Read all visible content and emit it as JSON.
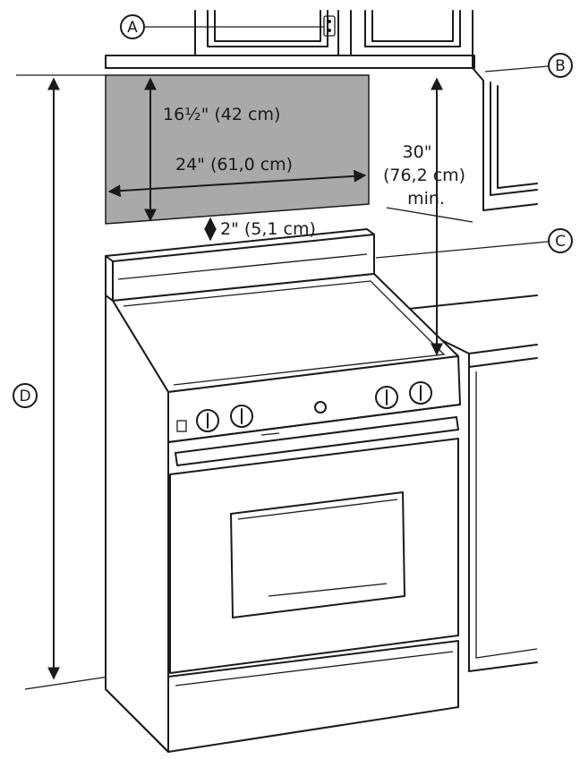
{
  "labels": {
    "a": "A",
    "b": "B",
    "c": "C",
    "d": "D"
  },
  "dimensions": {
    "height": "16½\" (42 cm)",
    "width": "24\" (61,0 cm)",
    "gap": "2\" (5,1 cm)",
    "clearance_in": "30\"",
    "clearance_cm": "(76,2 cm)",
    "clearance_note": "min."
  },
  "colors": {
    "shaded_area": "#a9a9a9",
    "line": "#1a1a1a",
    "background": "#ffffff"
  }
}
